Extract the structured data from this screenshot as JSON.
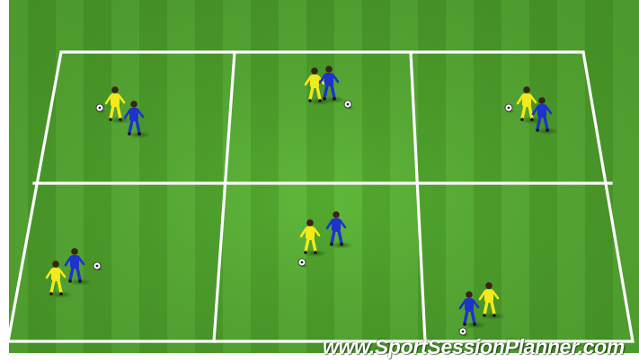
{
  "watermark": {
    "text": "www.SportSessionPlanner.com"
  },
  "colors": {
    "grass_light": "#5fb83a",
    "grass_dark": "#4fa42c",
    "lines": "#ffffff",
    "team_yellow": "#f2ea1c",
    "team_blue": "#1d33c9",
    "ball": "#ffffff"
  },
  "pitch": {
    "grid_rows": 2,
    "grid_cols": 3,
    "areas": [
      {
        "name": "area-1",
        "players": [
          "yellow",
          "blue"
        ],
        "ball": true
      },
      {
        "name": "area-2",
        "players": [
          "yellow",
          "blue"
        ],
        "ball": true
      },
      {
        "name": "area-3",
        "players": [
          "yellow",
          "blue"
        ],
        "ball": true
      },
      {
        "name": "area-4",
        "players": [
          "yellow",
          "blue"
        ],
        "ball": true
      },
      {
        "name": "area-5",
        "players": [
          "yellow",
          "blue"
        ],
        "ball": true
      },
      {
        "name": "area-6",
        "players": [
          "blue",
          "yellow"
        ],
        "ball": true
      }
    ]
  }
}
